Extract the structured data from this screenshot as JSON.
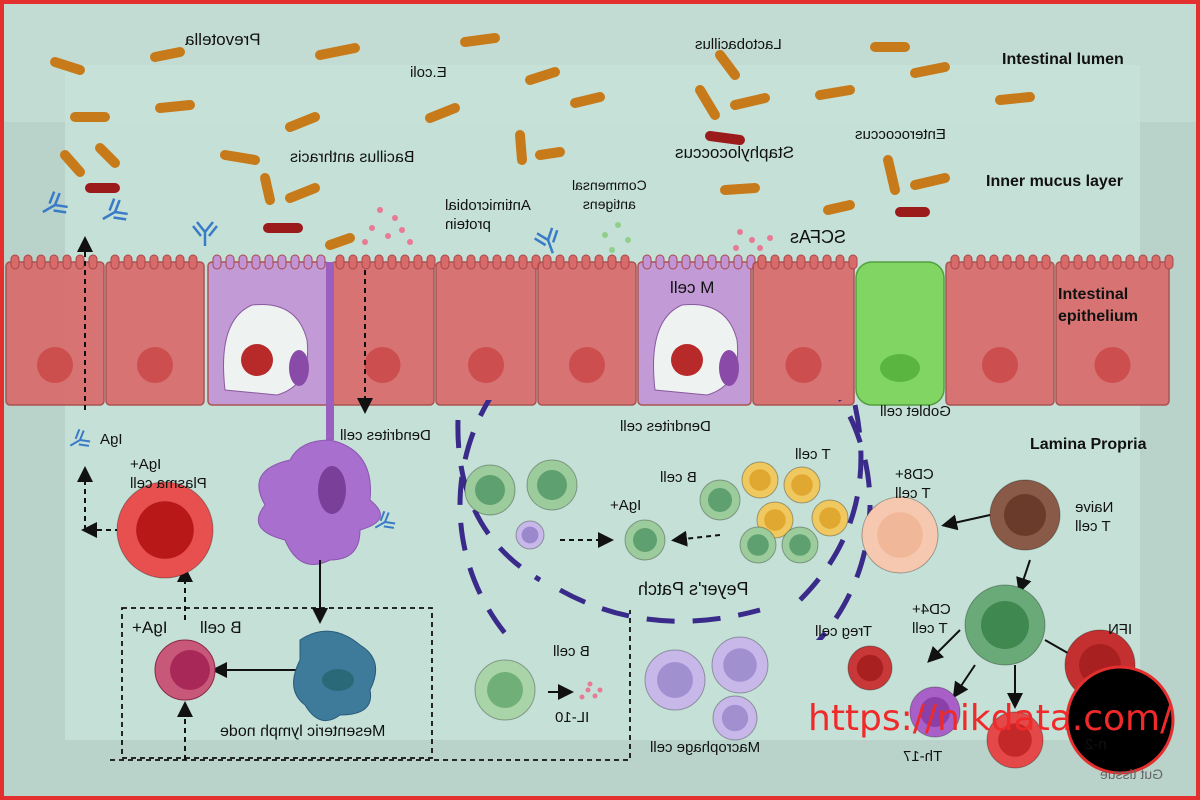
{
  "regions": {
    "lumen": "Intestinal lumen",
    "mucus": "Inner mucus  layer",
    "epithelium_1": "Intestinal",
    "epithelium_2": "epithelium",
    "lamina": "Lamina Propria"
  },
  "bacteria": {
    "prevotella": "Prevotella",
    "lactobacillus": "Lactobacillus",
    "ecoli": "E.coli",
    "bacillus": "Bacillus anthracis",
    "staph": "Staphylococcus",
    "entero": "Enterococcus"
  },
  "labels": {
    "commensal_1": "Commensal",
    "commensal_2": "antigens",
    "antimicrobial_1": "Antimicrobial",
    "antimicrobial_2": "protein",
    "scfas": "SCFAs",
    "m_cell": "M cell",
    "dendrites_left": "Dendrites cell",
    "dendrites_right": "Dendrites cell",
    "goblet": "Goblet cell",
    "iga": "IgA",
    "plasma_1": "IgA+",
    "plasma_2": "Plasma cell",
    "t_cell": "T cell",
    "b_cell_patch": "B cell",
    "iga_plus_patch": "IgA+",
    "cd8_1": "CD8+",
    "cd8_2": "T cell",
    "naive_1": "Naive",
    "naive_2": "T cell",
    "peyers": "Peyer's Patch",
    "b_cell_lymph": "B cell",
    "iga_plus_lymph": "IgA+",
    "mesenteric": "Mesenteric lymph node",
    "b_cell_il10": "B cell",
    "il10": "IL-10",
    "macrophage": "Macrophage cell",
    "treg": "Treg cell",
    "cd4_1": "CD4+",
    "cd4_2": "T cell",
    "ifn": "IFN",
    "th17": "Th-17",
    "il2": "n-2",
    "gut": "Gut tissue"
  },
  "watermark": "https://nikdata.com/",
  "colors": {
    "border": "#e3302e",
    "epithelial": "#d96a6a",
    "m_cell": "#c294d6",
    "goblet": "#7cd65a",
    "rod_orange": "#c77a1a",
    "rod_red": "#9b1b1b",
    "patch": "#3a2a8a"
  }
}
